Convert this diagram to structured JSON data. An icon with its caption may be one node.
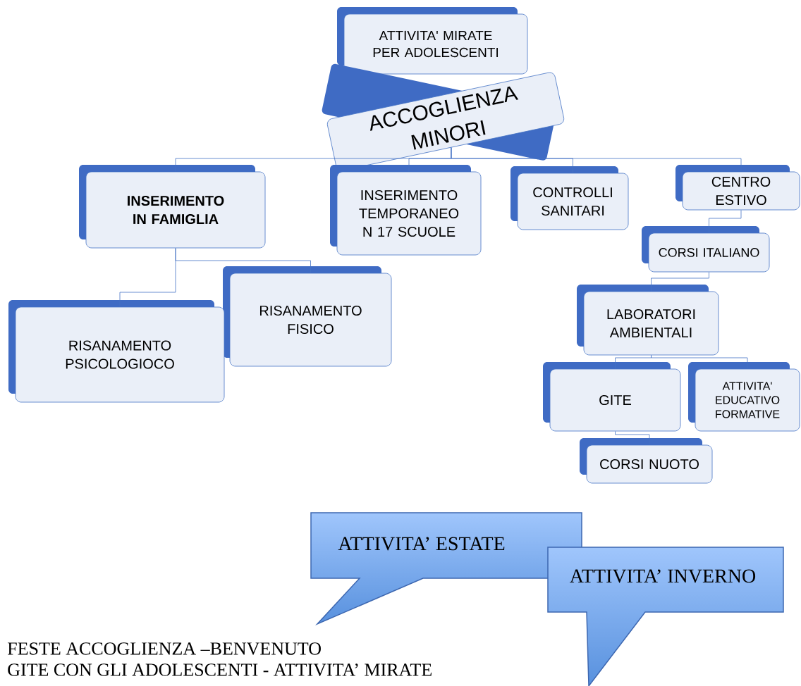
{
  "diagram": {
    "nodes": [
      {
        "text": [
          "ATTIVITA' MIRATE PER ADOLESCENTI"
        ]
      },
      {
        "text": [
          "ACCOGLIENZA MINORI"
        ]
      },
      {
        "text": [
          "INSERIMENTO IN FAMIGLIA"
        ]
      },
      {
        "text": [
          "INSERIMENTO TEMPORANEO N 17 SCUOLE"
        ]
      },
      {
        "text": [
          "CONTROLLI SANITARI"
        ]
      },
      {
        "text": [
          "CENTRO ESTIVO"
        ]
      },
      {
        "text": [
          "CORSI ITALIANO"
        ]
      },
      {
        "text": [
          "LABORATORI AMBIENTALI"
        ]
      },
      {
        "text": [
          "GITE"
        ]
      },
      {
        "text": [
          "ATTIVITA' EDUCATIVO FORMATIVE"
        ]
      },
      {
        "text": [
          "CORSI NUOTO"
        ]
      },
      {
        "text": [
          "RISANAMENTO FISICO"
        ]
      },
      {
        "text": [
          "RISANAMENTO PSICOLOGIOCO"
        ]
      },
      {
        "text": [
          "ATTIVITA’ ESTATE"
        ]
      },
      {
        "text": [
          "ATTIVITA’ INVERNO"
        ]
      }
    ],
    "edges": [
      {
        "from": 1,
        "to": 2,
        "arrow": "none"
      },
      {
        "from": 1,
        "to": 3,
        "arrow": "none"
      },
      {
        "from": 1,
        "to": 4,
        "arrow": "none"
      },
      {
        "from": 1,
        "to": 5,
        "arrow": "none"
      },
      {
        "from": 5,
        "to": 6,
        "arrow": "none"
      },
      {
        "from": 6,
        "to": 7,
        "arrow": "none"
      },
      {
        "from": 7,
        "to": 8,
        "arrow": "none"
      },
      {
        "from": 7,
        "to": 9,
        "arrow": "none"
      },
      {
        "from": 8,
        "to": 10,
        "arrow": "none"
      },
      {
        "from": 2,
        "to": 11,
        "arrow": "none"
      },
      {
        "from": 2,
        "to": 12,
        "arrow": "none"
      }
    ],
    "labels": [
      "FESTE ACCOGLIENZA –BENVENUTO",
      "GITE CON GLI ADOLESCENTI - ATTIVITA’ MIRATE"
    ]
  }
}
